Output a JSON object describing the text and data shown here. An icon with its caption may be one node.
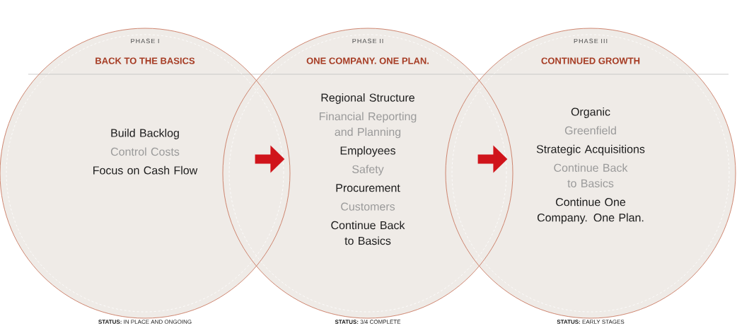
{
  "diagram": {
    "nodes": [
      {
        "text": [
          "PHASE I",
          "BACK TO THE BASICS",
          "Build Backlog",
          "Control Costs",
          "Focus on Cash Flow"
        ],
        "beside": [
          "**STATUS:** IN PLACE AND ONGOING"
        ]
      },
      {
        "text": [
          "PHASE II",
          "ONE COMPANY. ONE PLAN.",
          "Regional Structure",
          "Financial Reporting and Planning",
          "Employees",
          "Safety",
          "Procurement",
          "Customers",
          "Continue Back to Basics"
        ],
        "beside": [
          "**STATUS:** 3/4 COMPLETE"
        ]
      },
      {
        "text": [
          "PHASE III",
          "CONTINUED GROWTH",
          "Organic",
          "Greenfield",
          "Strategic Acquisitions",
          "Continue Back to Basics",
          "Continue One Company. One Plan."
        ],
        "beside": [
          "**STATUS:** EARLY STAGES"
        ]
      }
    ],
    "edges": [
      {
        "from": 0,
        "to": 1,
        "arrow": "to"
      },
      {
        "from": 1,
        "to": 2,
        "arrow": "to"
      }
    ]
  }
}
